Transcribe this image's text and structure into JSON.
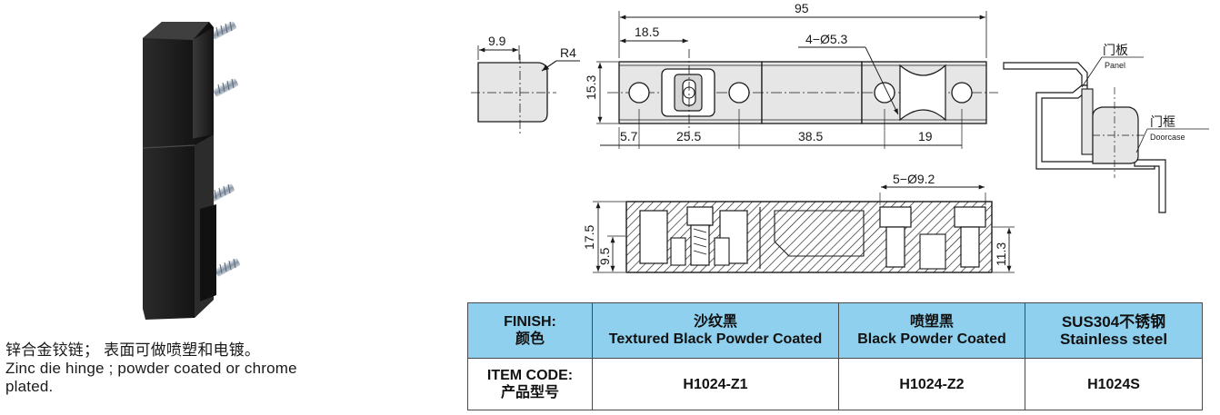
{
  "caption": {
    "line_cn": "锌合金铰链； 表面可做喷塑和电镀。",
    "line_en_1": "Zinc die hinge ; powder coated or chrome",
    "line_en_2": "plated."
  },
  "dimensions": {
    "overall_length": "95",
    "hole_offset": "18.5",
    "holes": "4−Ø5.3",
    "end_width": "9.9",
    "radius": "R4",
    "height": "15.3",
    "seg1": "5.7",
    "seg2": "25.5",
    "seg3": "38.5",
    "seg4": "19",
    "counterbores": "5−Ø9.2",
    "section_height": "17.5",
    "section_low": "9.5",
    "section_right": "11.3"
  },
  "install_labels": {
    "panel_cn": "门板",
    "panel_en": "Panel",
    "frame_cn": "门框",
    "frame_en": "Doorcase"
  },
  "table": {
    "finish_label_en": "FINISH:",
    "finish_label_cn": "颜色",
    "code_label_en": "ITEM CODE:",
    "code_label_cn": "产品型号",
    "options": [
      {
        "cn": "沙纹黑",
        "en": "Textured Black Powder Coated",
        "code": "H1024-Z1"
      },
      {
        "cn": "喷塑黑",
        "en": "Black Powder Coated",
        "code": "H1024-Z2"
      },
      {
        "cn": "SUS304不锈钢",
        "en": "Stainless steel",
        "code": "H1024S"
      }
    ]
  },
  "colors": {
    "header_fill": "#8fd0ee",
    "part_fill": "#e6e6e6",
    "hinge_body": "#1d1d1d",
    "line": "#1a1a1a"
  }
}
